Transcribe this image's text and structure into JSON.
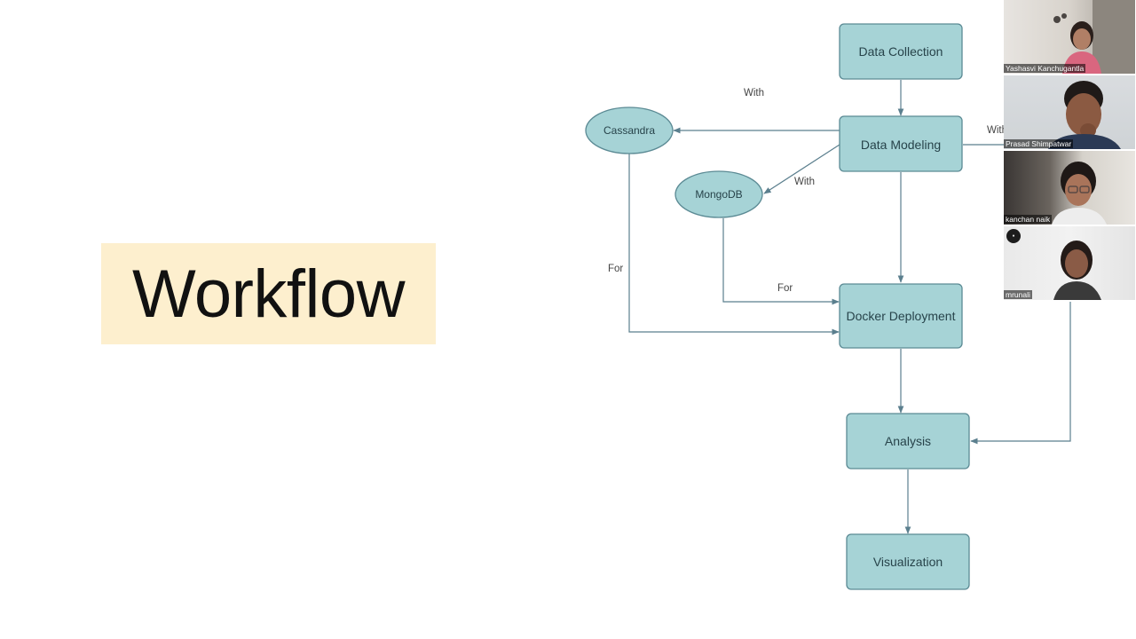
{
  "slide": {
    "title": "Workflow"
  },
  "diagram": {
    "nodes": {
      "data_collection": "Data Collection",
      "data_modeling": "Data Modeling",
      "cassandra": "Cassandra",
      "mongodb": "MongoDB",
      "docker_deployment": "Docker Deployment",
      "analysis": "Analysis",
      "visualization": "Visualization"
    },
    "edge_labels": {
      "with_cassandra": "With",
      "with_mongodb": "With",
      "with_right": "With",
      "for_cassandra": "For",
      "for_mongodb": "For"
    },
    "colors": {
      "node_fill": "#a6d3d6",
      "node_stroke": "#5b8a94",
      "edge": "#5b7f8e",
      "title_bg": "#fdefce"
    }
  },
  "participants": [
    {
      "name": "Yashasvi Kanchugantla"
    },
    {
      "name": "Prasad Shimpatwar"
    },
    {
      "name": "kanchan naik"
    },
    {
      "name": "mrunali",
      "badge": "mute-icon"
    }
  ]
}
